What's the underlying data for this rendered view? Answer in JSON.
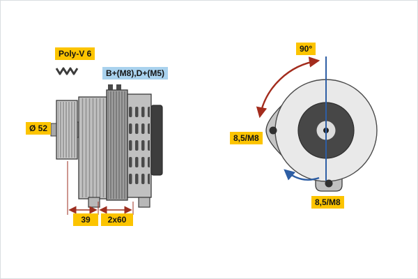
{
  "title": "Alternator technical diagram",
  "colors": {
    "label_yellow": "#fcc400",
    "label_blue": "#a9d2ee",
    "dimension_red": "#9c2e1f",
    "angle_arrow_red": "#a32c1d",
    "rotation_blue": "#2e5ea4",
    "body_gray": "#c0c0c0",
    "dark_part": "#3d3d3d"
  },
  "side_view": {
    "belt_type_label": "Poly-V 6",
    "terminals_label": "B+(M8),D+(M5)",
    "pulley_diameter_label": "Ø 52",
    "dimension_pulley_offset": "39",
    "dimension_mounting": "2x60"
  },
  "rear_view": {
    "mounting_angle_label": "90°",
    "left_hole_label": "8,5/M8",
    "bottom_hole_label": "8,5/M8"
  }
}
